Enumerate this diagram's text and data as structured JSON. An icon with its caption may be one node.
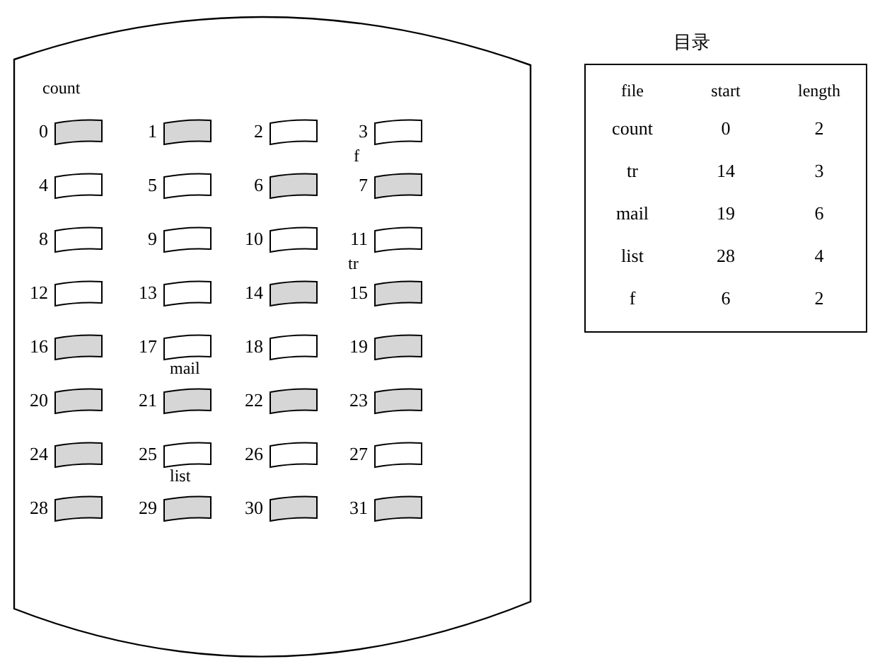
{
  "diagram": {
    "nodes": [
      {
        "text": [],
        "shape": "box"
      },
      {
        "text": [],
        "shape": "box",
        "in": 0,
        "beside": [
          "0"
        ]
      },
      {
        "text": [],
        "shape": "box",
        "in": 0,
        "beside": [
          "1"
        ]
      },
      {
        "text": [],
        "shape": "box",
        "in": 0,
        "beside": [
          "2"
        ]
      },
      {
        "text": [],
        "shape": "box",
        "in": 0,
        "beside": [
          "3"
        ]
      },
      {
        "text": [],
        "shape": "box",
        "in": 0,
        "beside": [
          "4"
        ]
      },
      {
        "text": [],
        "shape": "box",
        "in": 0,
        "beside": [
          "5"
        ]
      },
      {
        "text": [],
        "shape": "box",
        "in": 0,
        "beside": [
          "6"
        ]
      },
      {
        "text": [],
        "shape": "box",
        "in": 0,
        "beside": [
          "7"
        ]
      },
      {
        "text": [],
        "shape": "box",
        "in": 0,
        "beside": [
          "8"
        ]
      },
      {
        "text": [],
        "shape": "box",
        "in": 0,
        "beside": [
          "9"
        ]
      },
      {
        "text": [],
        "shape": "box",
        "in": 0,
        "beside": [
          "10"
        ]
      },
      {
        "text": [],
        "shape": "box",
        "in": 0,
        "beside": [
          "11"
        ]
      },
      {
        "text": [],
        "shape": "box",
        "in": 0,
        "beside": [
          "12"
        ]
      },
      {
        "text": [],
        "shape": "box",
        "in": 0,
        "beside": [
          "13"
        ]
      },
      {
        "text": [],
        "shape": "box",
        "in": 0,
        "beside": [
          "14"
        ]
      },
      {
        "text": [],
        "shape": "box",
        "in": 0,
        "beside": [
          "15"
        ]
      },
      {
        "text": [],
        "shape": "box",
        "in": 0,
        "beside": [
          "16"
        ]
      },
      {
        "text": [],
        "shape": "box",
        "in": 0,
        "beside": [
          "17"
        ]
      },
      {
        "text": [],
        "shape": "box",
        "in": 0,
        "beside": [
          "18"
        ]
      },
      {
        "text": [],
        "shape": "box",
        "in": 0,
        "beside": [
          "19"
        ]
      },
      {
        "text": [],
        "shape": "box",
        "in": 0,
        "beside": [
          "20"
        ]
      },
      {
        "text": [],
        "shape": "box",
        "in": 0,
        "beside": [
          "21"
        ]
      },
      {
        "text": [],
        "shape": "box",
        "in": 0,
        "beside": [
          "22"
        ]
      },
      {
        "text": [],
        "shape": "box",
        "in": 0,
        "beside": [
          "23"
        ]
      },
      {
        "text": [],
        "shape": "box",
        "in": 0,
        "beside": [
          "24"
        ]
      },
      {
        "text": [],
        "shape": "box",
        "in": 0,
        "beside": [
          "25"
        ]
      },
      {
        "text": [],
        "shape": "box",
        "in": 0,
        "beside": [
          "26"
        ]
      },
      {
        "text": [],
        "shape": "box",
        "in": 0,
        "beside": [
          "27"
        ]
      },
      {
        "text": [],
        "shape": "box",
        "in": 0,
        "beside": [
          "28"
        ]
      },
      {
        "text": [],
        "shape": "box",
        "in": 0,
        "beside": [
          "29"
        ]
      },
      {
        "text": [],
        "shape": "box",
        "in": 0,
        "beside": [
          "30"
        ]
      },
      {
        "text": [],
        "shape": "box",
        "in": 0,
        "beside": [
          "31"
        ]
      }
    ],
    "labels": [
      "count",
      "f",
      "tr",
      "mail",
      "list",
      "目录",
      "file",
      "start",
      "length",
      "count",
      "0",
      "2",
      "tr",
      "14",
      "3",
      "mail",
      "19",
      "6",
      "list",
      "28",
      "4",
      "f",
      "6",
      "2"
    ]
  }
}
